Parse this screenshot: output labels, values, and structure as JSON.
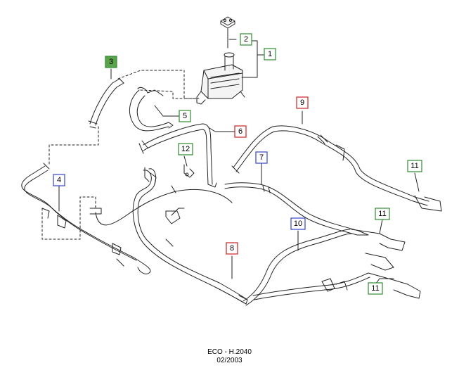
{
  "callouts": [
    {
      "id": "c1",
      "label": "1",
      "style": "green"
    },
    {
      "id": "c2",
      "label": "2",
      "style": "green"
    },
    {
      "id": "c3",
      "label": "3",
      "style": "green-filled"
    },
    {
      "id": "c4",
      "label": "4",
      "style": "blue"
    },
    {
      "id": "c5",
      "label": "5",
      "style": "green"
    },
    {
      "id": "c6",
      "label": "6",
      "style": "red"
    },
    {
      "id": "c7",
      "label": "7",
      "style": "blue"
    },
    {
      "id": "c8",
      "label": "8",
      "style": "red"
    },
    {
      "id": "c9",
      "label": "9",
      "style": "red"
    },
    {
      "id": "c10",
      "label": "10",
      "style": "blue"
    },
    {
      "id": "c11a",
      "label": "11",
      "style": "green"
    },
    {
      "id": "c11b",
      "label": "11",
      "style": "green"
    },
    {
      "id": "c11c",
      "label": "11",
      "style": "green"
    },
    {
      "id": "c12",
      "label": "12",
      "style": "green"
    }
  ],
  "colors": {
    "green": "#2e8b2e",
    "green_fill": "#5aa34a",
    "blue": "#3344cc",
    "red": "#cc2222",
    "line": "#222222"
  },
  "footer": {
    "code": "ECO - H.2040",
    "date": "02/2003"
  }
}
